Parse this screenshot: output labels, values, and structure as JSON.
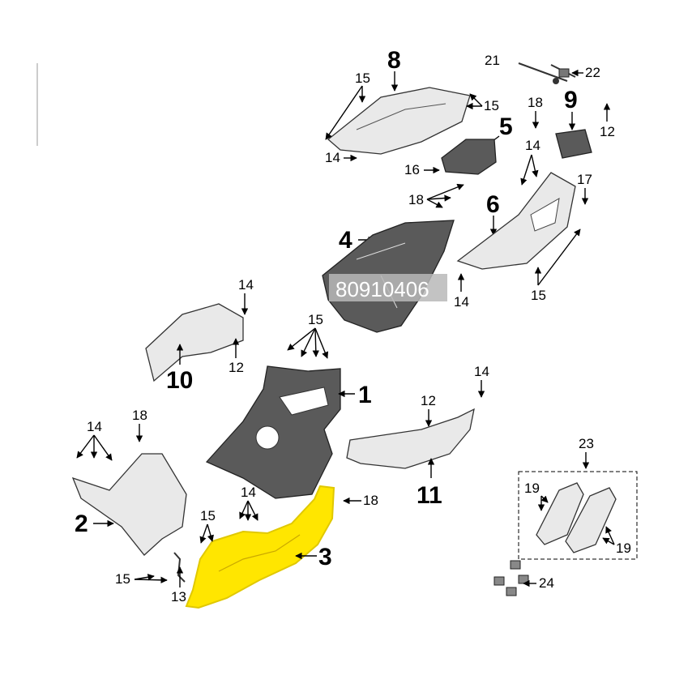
{
  "diagram": {
    "watermark": "80910406",
    "highlight_color": "#ffe600",
    "callouts": {
      "p8": "8",
      "p21": "21",
      "p22": "22",
      "p9": "9",
      "p5": "5",
      "p4": "4",
      "p6": "6",
      "p10": "10",
      "p1": "1",
      "p11": "11",
      "p2": "2",
      "p3": "3",
      "p23": "23",
      "p24": "24",
      "p13": "13",
      "p17": "17",
      "p16": "16"
    },
    "fasteners": {
      "f15": "15",
      "f14": "14",
      "f12": "12",
      "f18": "18",
      "f19": "19"
    }
  }
}
